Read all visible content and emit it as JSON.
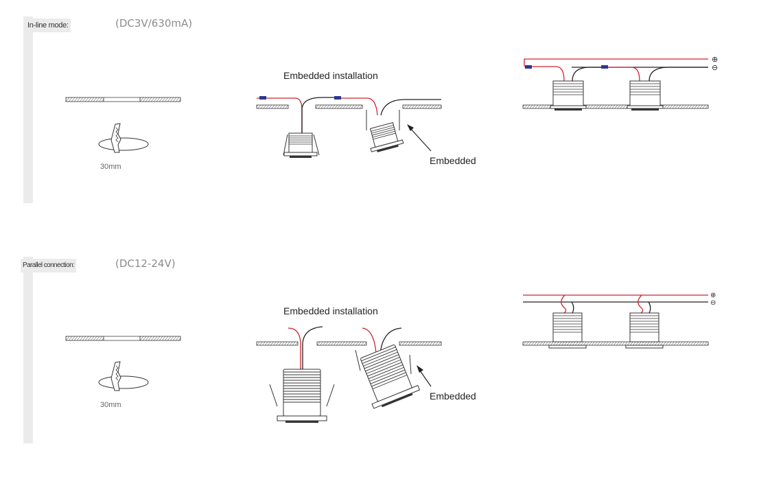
{
  "sections": [
    {
      "label": "In-line mode:",
      "spec": "(DC3V/630mA)",
      "cutout_size": "30mm",
      "installation_title": "Embedded installation",
      "embedded_label": "Embedded",
      "plus_symbol": "⊕",
      "minus_symbol": "⊖"
    },
    {
      "label": "Parallel connection:",
      "spec": "(DC12-24V)",
      "cutout_size": "30mm",
      "installation_title": "Embedded installation",
      "embedded_label": "Embedded",
      "plus_symbol": "⊕",
      "minus_symbol": "⊖"
    }
  ],
  "colors": {
    "positive_wire": "#d2202f",
    "negative_wire": "#231f20",
    "connector": "#2b3990",
    "section_background": "#ebebeb",
    "spec_text": "#8c8c8c"
  }
}
